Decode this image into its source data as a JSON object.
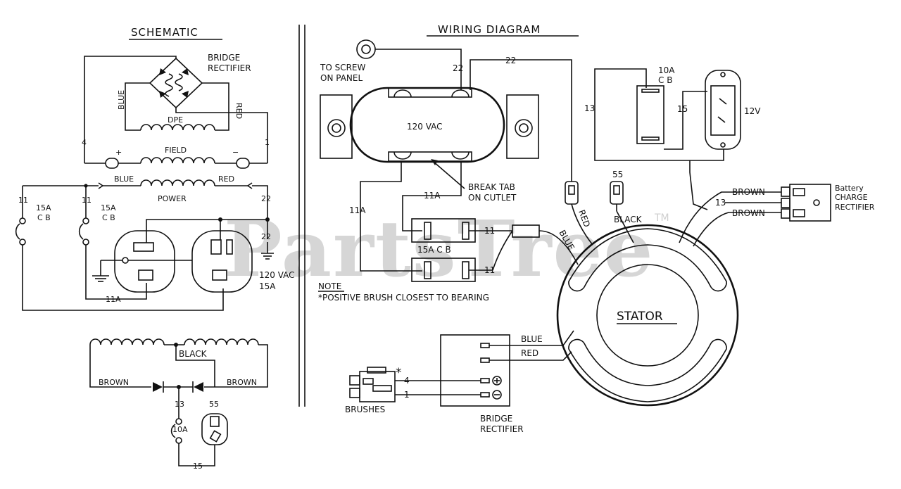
{
  "watermark": {
    "text": "PartsTree",
    "tm": "TM"
  },
  "schematic": {
    "title": "SCHEMATIC",
    "bridge_rectifier": [
      "BRIDGE",
      "RECTIFIER"
    ],
    "blue": "BLUE",
    "red": "RED",
    "dpe": "DPE",
    "field": "FIELD",
    "plus": "+",
    "minus": "−",
    "wire_4": "4",
    "wire_1": "1",
    "power": "POWER",
    "power_blue": "BLUE",
    "power_red": "RED",
    "wire_11_a": "11",
    "wire_11_b": "11",
    "wire_22_a": "22",
    "wire_22_b": "22",
    "cb_15a_1": [
      "15A",
      "C B"
    ],
    "cb_15a_2": [
      "15A",
      "C B"
    ],
    "wire_11a": "11A",
    "vac_120": "120 VAC",
    "amp_15a": "15A",
    "black": "BLACK",
    "brown_left": "BROWN",
    "brown_right": "BROWN",
    "wire_13": "13",
    "wire_55": "55",
    "cb_10a": "10A",
    "wire_15": "15"
  },
  "wiring": {
    "title": "WIRING DIAGRAM",
    "screw": [
      "TO SCREW",
      "ON PANEL"
    ],
    "wire_22_top": "22",
    "wire_22_screw": "22",
    "vac_120": "120 VAC",
    "break_tab": [
      "BREAK TAB",
      "ON CUTLET"
    ],
    "wire_11a_top": "11A",
    "wire_11a_left": "11A",
    "wire_11_a": "11",
    "wire_11_b": "11",
    "cb_15a": "15A C B",
    "note_title": "NOTE",
    "note_text": "*POSITIVE BRUSH CLOSEST TO BEARING",
    "wire_13": "13",
    "wire_15": "15",
    "cb_10a": [
      "10A",
      "C B"
    ],
    "volts_12": "12V",
    "wire_55": "55",
    "black": "BLACK",
    "red": "RED",
    "blue": "BLUE",
    "brown_1": "BROWN",
    "brown_2": "BROWN",
    "wire_13_right": "13",
    "battery_rectifier": [
      "Battery",
      "CHARGE",
      "RECTIFIER"
    ],
    "stator": "STATOR",
    "stator_blue": "BLUE",
    "stator_red": "RED",
    "brush_asterisk": "*",
    "brush_4": "4",
    "brush_1": "1",
    "brushes": "BRUSHES",
    "bridge_rectifier": [
      "BRIDGE",
      "RECTIFIER"
    ]
  }
}
